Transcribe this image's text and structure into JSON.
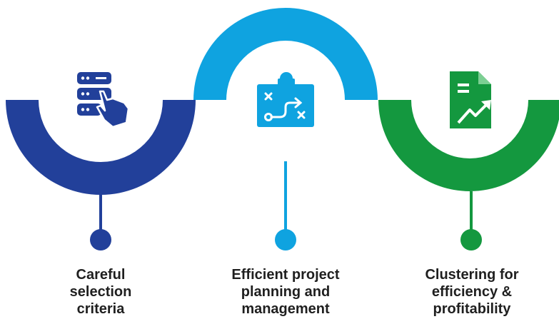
{
  "colors": {
    "blue_dark": "#22409a",
    "blue_light": "#0fa3e0",
    "green": "#14983f",
    "text": "#1f1f1f"
  },
  "steps": [
    {
      "icon": "server-hand-icon",
      "color": "#22409a",
      "lines": [
        "Careful",
        "selection",
        "criteria"
      ]
    },
    {
      "icon": "strategy-board-icon",
      "color": "#0fa3e0",
      "lines": [
        "Efficient project",
        "planning and",
        "management"
      ]
    },
    {
      "icon": "growth-document-icon",
      "color": "#14983f",
      "lines": [
        "Clustering for",
        "efficiency &",
        "profitability"
      ]
    }
  ]
}
